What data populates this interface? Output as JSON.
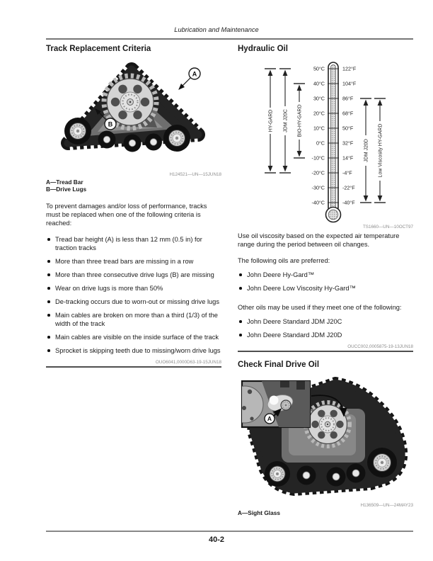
{
  "header": {
    "title": "Lubrication and Maintenance"
  },
  "footer": {
    "page_number": "40-2"
  },
  "left": {
    "heading": "Track Replacement Criteria",
    "figure": {
      "caption": "H124521—UN—15JUN18",
      "callout_a": "A",
      "callout_b": "B",
      "legend_a": "A—Tread Bar",
      "legend_b": "B—Drive Lugs"
    },
    "intro": "To prevent damages and/or loss of performance, tracks must be replaced when one of the following criteria is reached:",
    "bullets": [
      "Tread bar height (A) is less than 12 mm (0.5 in) for traction tracks",
      "More than three tread bars are missing in a row",
      "More than three consecutive drive lugs (B) are missing",
      "Wear on drive lugs is more than 50%",
      "De-tracking occurs due to worn-out or missing drive lugs",
      "Main cables are broken on more than a third (1/3) of the width of the track",
      "Main cables are visible on the inside surface of the track",
      "Sprocket is skipping teeth due to missing/worn drive lugs"
    ],
    "code": "OUO6041,0000D63-19-15JUN18"
  },
  "right": {
    "heading": "Hydraulic Oil",
    "thermometer": {
      "caption": "TS1660—UN—10OCT97",
      "celsius": [
        "50°C",
        "40°C",
        "30°C",
        "20°C",
        "10°C",
        "0°C",
        "-10°C",
        "-20°C",
        "-30°C",
        "-40°C"
      ],
      "fahrenheit": [
        "122°F",
        "104°F",
        "86°F",
        "68°F",
        "50°F",
        "32°F",
        "14°F",
        "-4°F",
        "-22°F",
        "-40°F"
      ],
      "ranges": [
        {
          "label": "HY-GARD",
          "from_c": 50,
          "to_c": -20
        },
        {
          "label": "JDM J20C",
          "from_c": 50,
          "to_c": -20
        },
        {
          "label": "BIO-HY-GARD",
          "from_c": 40,
          "to_c": -10
        },
        {
          "label": "JDM J20D",
          "from_c": 30,
          "to_c": -40
        },
        {
          "label": "Low Viscosity HY-GARD",
          "from_c": 30,
          "to_c": -40
        }
      ]
    },
    "para": "Use oil viscosity based on the expected air temperature range during the period between oil changes.",
    "preferred_intro": "The following oils are preferred:",
    "preferred": [
      "John Deere Hy-Gard™",
      "John Deere Low Viscosity Hy-Gard™"
    ],
    "other_intro": "Other oils may be used if they meet one of the following:",
    "other": [
      "John Deere Standard JDM J20C",
      "John Deere Standard JDM J20D"
    ],
    "code": "OUCC002,0005875-19-13JUN18",
    "heading2": "Check Final Drive Oil",
    "figure": {
      "caption": "H136509—UN—24MAY23",
      "callout_a": "A",
      "legend": "A—Sight Glass"
    }
  }
}
